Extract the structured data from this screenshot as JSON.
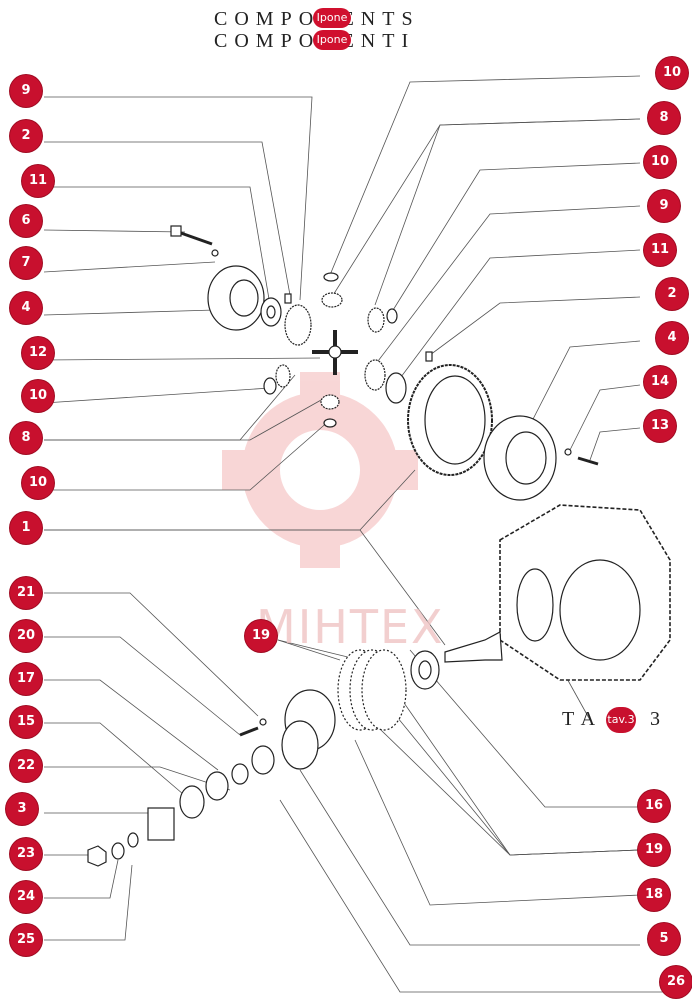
{
  "header": {
    "title_line1": "COMPONENTS",
    "title_line2": "COMPONENTI",
    "badge_text": "Ipone"
  },
  "table_ref": {
    "prefix": "TA",
    "badge": "tav.3",
    "suffix": "3"
  },
  "watermark": "MIHTEX",
  "colors": {
    "callout": "#c8102e",
    "line": "#444444",
    "watermark": "#f2b8b8"
  },
  "callouts": [
    {
      "id": "c9a",
      "label": "9"
    },
    {
      "id": "c2a",
      "label": "2"
    },
    {
      "id": "c11a",
      "label": "11"
    },
    {
      "id": "c6",
      "label": "6"
    },
    {
      "id": "c7",
      "label": "7"
    },
    {
      "id": "c4a",
      "label": "4"
    },
    {
      "id": "c12",
      "label": "12"
    },
    {
      "id": "c10a",
      "label": "10"
    },
    {
      "id": "c8a",
      "label": "8"
    },
    {
      "id": "c10b",
      "label": "10"
    },
    {
      "id": "c1",
      "label": "1"
    },
    {
      "id": "c10c",
      "label": "10"
    },
    {
      "id": "c8b",
      "label": "8"
    },
    {
      "id": "c10d",
      "label": "10"
    },
    {
      "id": "c9b",
      "label": "9"
    },
    {
      "id": "c11b",
      "label": "11"
    },
    {
      "id": "c2b",
      "label": "2"
    },
    {
      "id": "c4b",
      "label": "4"
    },
    {
      "id": "c14",
      "label": "14"
    },
    {
      "id": "c13",
      "label": "13"
    },
    {
      "id": "c21",
      "label": "21"
    },
    {
      "id": "c20",
      "label": "20"
    },
    {
      "id": "c17",
      "label": "17"
    },
    {
      "id": "c15",
      "label": "15"
    },
    {
      "id": "c22",
      "label": "22"
    },
    {
      "id": "c3",
      "label": "3"
    },
    {
      "id": "c23",
      "label": "23"
    },
    {
      "id": "c24",
      "label": "24"
    },
    {
      "id": "c25",
      "label": "25"
    },
    {
      "id": "c19a",
      "label": "19"
    },
    {
      "id": "c16",
      "label": "16"
    },
    {
      "id": "c19b",
      "label": "19"
    },
    {
      "id": "c18",
      "label": "18"
    },
    {
      "id": "c5",
      "label": "5"
    },
    {
      "id": "c26",
      "label": "26"
    }
  ]
}
